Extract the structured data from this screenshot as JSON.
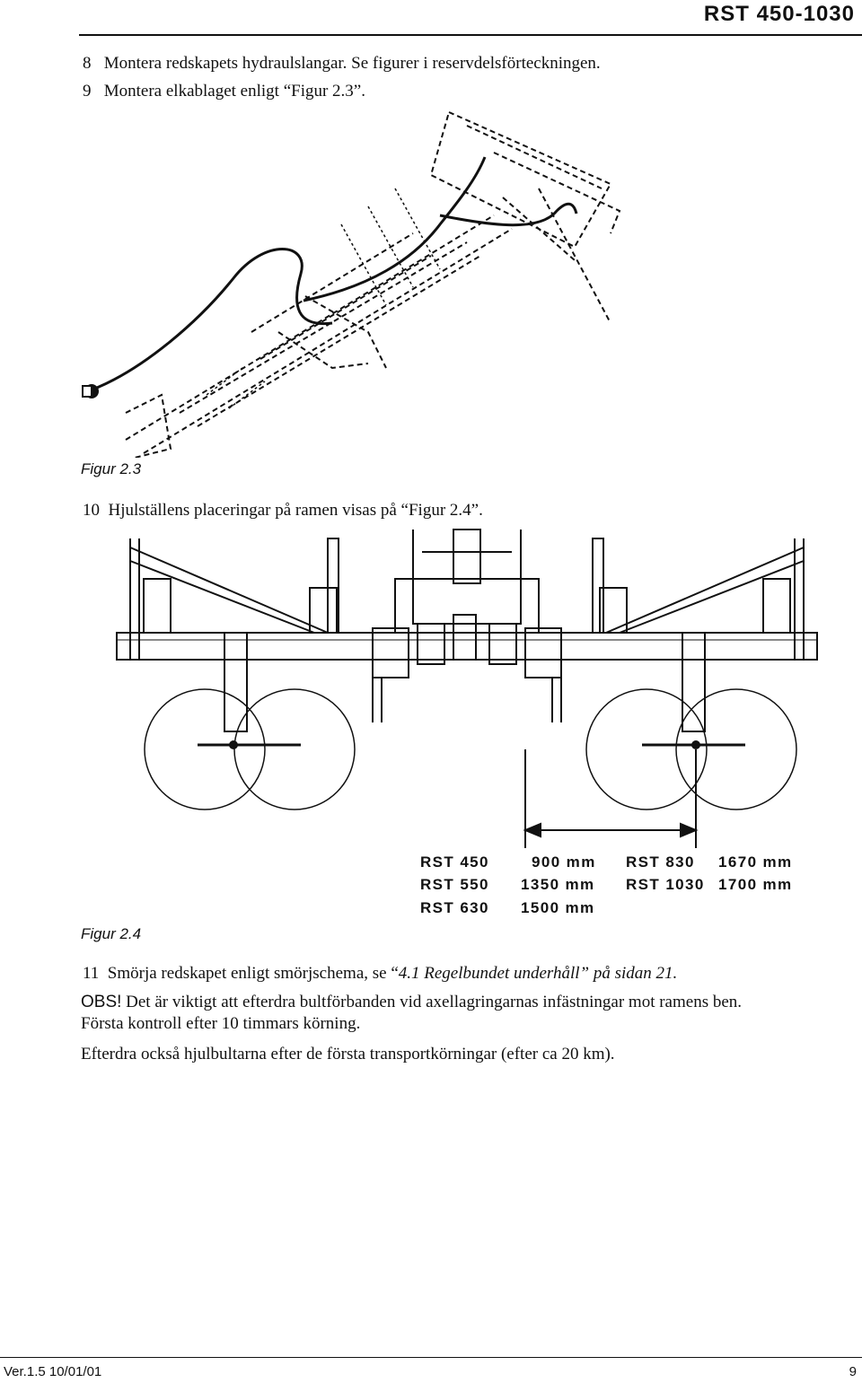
{
  "header": {
    "doc_title": "RST 450-1030"
  },
  "steps": {
    "s8": {
      "num": "8",
      "text": "Montera redskapets hydraulslangar. Se figurer i reservdelsförteckningen."
    },
    "s9": {
      "num": "9",
      "text": "Montera elkablaget enligt “Figur 2.3”."
    },
    "s10": {
      "num": "10",
      "text": "Hjulställens placeringar på ramen visas på “Figur 2.4”."
    },
    "s11": {
      "num": "11",
      "text_before": "Smörja redskapet enligt smörjschema, se “",
      "ref": "4.1 Regelbundet underhåll” på sidan 21.",
      "text_after": ""
    }
  },
  "figures": {
    "fig23_caption": "Figur 2.3",
    "fig24_caption": "Figur 2.4"
  },
  "dimension_table": {
    "rows_left": [
      {
        "model": "RST 450",
        "value": "900 mm"
      },
      {
        "model": "RST 550",
        "value": "1350 mm"
      },
      {
        "model": "RST 630",
        "value": "1500 mm"
      }
    ],
    "rows_right": [
      {
        "model": "RST 830",
        "value": "1670 mm"
      },
      {
        "model": "RST 1030",
        "value": "1700 mm"
      }
    ]
  },
  "notes": {
    "obs_label": "OBS!",
    "obs_text": " Det är viktigt att efterdra bultförbanden vid axellagringarnas infästningar mot ramens ben.",
    "obs_line2": "Första kontroll efter 10 timmars körning.",
    "wheel_bolts": "Efterdra också hjulbultarna efter de första transportkörningar (efter ca 20 km)."
  },
  "footer": {
    "version": "Ver.1.5 10/01/01",
    "page": "9"
  }
}
